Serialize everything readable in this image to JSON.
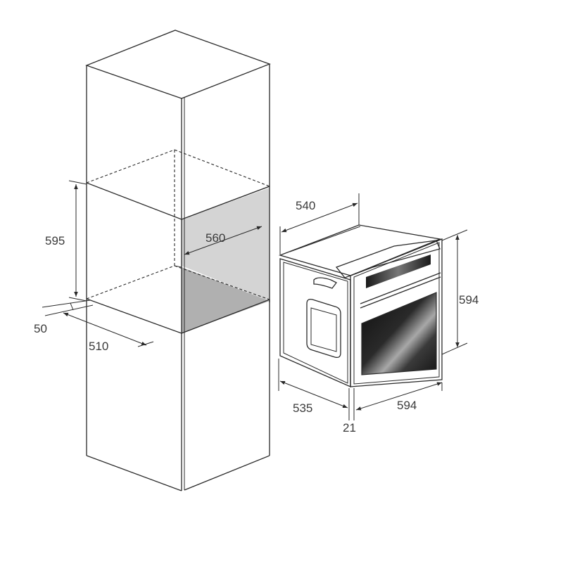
{
  "dimensions": {
    "niche_height": "595",
    "niche_width": "560",
    "niche_depth": "510",
    "gap": "50",
    "oven_depth_top": "540",
    "oven_height": "594",
    "oven_depth": "535",
    "oven_width": "594",
    "door_thickness": "21"
  },
  "colors": {
    "line": "#2a2a2a",
    "niche_back": "#d4d4d4",
    "niche_floor": "#b3b3b3",
    "window_dark": "#1c1c1c",
    "window_light": "#9a9a9a"
  }
}
